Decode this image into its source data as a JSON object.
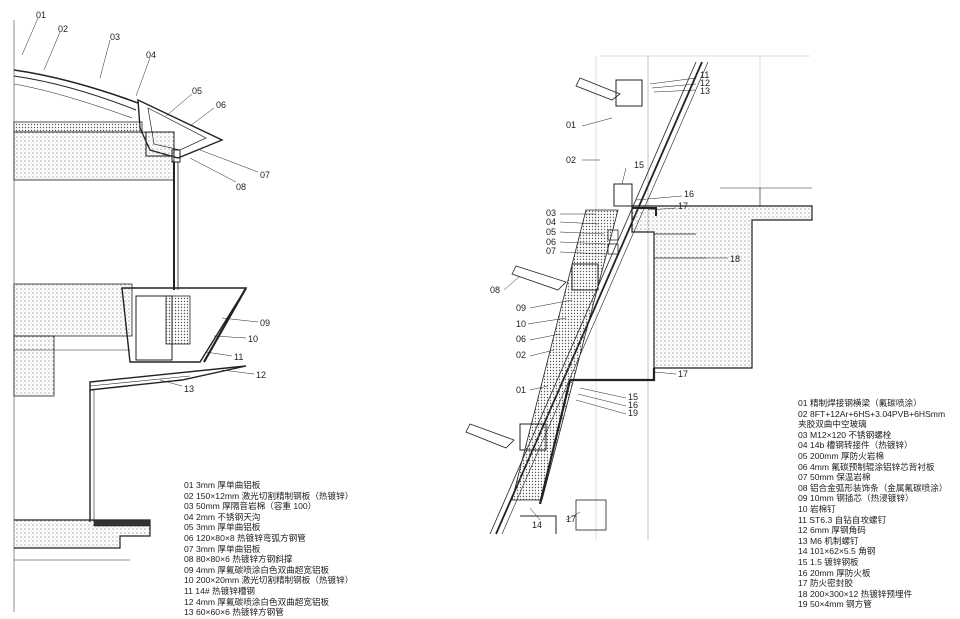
{
  "left_detail": {
    "callouts": [
      "01",
      "02",
      "03",
      "04",
      "05",
      "06",
      "07",
      "08",
      "09",
      "10",
      "11",
      "12",
      "13"
    ],
    "legend": [
      "01  3mm 厚单曲铝板",
      "02  150×12mm 激光切割精制钢板（热镀锌）",
      "03  50mm 厚隔音岩棉（容重 100）",
      "04  2mm 不锈钢天沟",
      "05  3mm 厚单曲铝板",
      "06  120×80×8 热镀锌弯弧方钢管",
      "07  3mm 厚单曲铝板",
      "08  80×80×6 热镀锌方钢斜撑",
      "09  4mm 厚氟碳喷涂白色双曲超宽铝板",
      "10  200×20mm 激光切割精制钢板（热镀锌）",
      "11  14# 热镀锌槽钢",
      "12  4mm 厚氟碳喷涂白色双曲超宽铝板",
      "13  60×60×6 热镀锌方钢管"
    ]
  },
  "right_detail": {
    "callouts_top": [
      "11",
      "12",
      "13"
    ],
    "callouts_side": [
      "01",
      "02",
      "15",
      "16",
      "17",
      "03",
      "04",
      "05",
      "06",
      "07",
      "18",
      "08",
      "09",
      "10",
      "06",
      "02",
      "17",
      "01",
      "15",
      "16",
      "19",
      "14",
      "17"
    ],
    "legend": [
      "01  精制焊接钢横梁（氟碳喷涂）",
      "02  8FT+12Ar+6HS+3.04PVB+6HSmm",
      "      夹胶双曲中空玻璃",
      "03  M12×120 不锈钢螺栓",
      "04  14b 槽钢转接件（热镀锌）",
      "05  200mm 厚防火岩棉",
      "06  4mm 氟碳预制辊涂铝锌芯背衬板",
      "07  50mm 保温岩棉",
      "08  铝合金弧形装饰条（金属氟碳喷涂）",
      "09  10mm 钢插芯（热浸镀锌）",
      "10  岩棉钉",
      "11  ST6.3 自钻自攻螺钉",
      "12  6mm 厚钢角码",
      "13  M6 机制螺钉",
      "14  101×62×5.5 角钢",
      "15  1.5 镀锌钢板",
      "16  20mm 厚防火板",
      "17  防火密封胶",
      "18  200×300×12 热镀锌预埋件",
      "19  50×4mm 钢方管"
    ]
  }
}
